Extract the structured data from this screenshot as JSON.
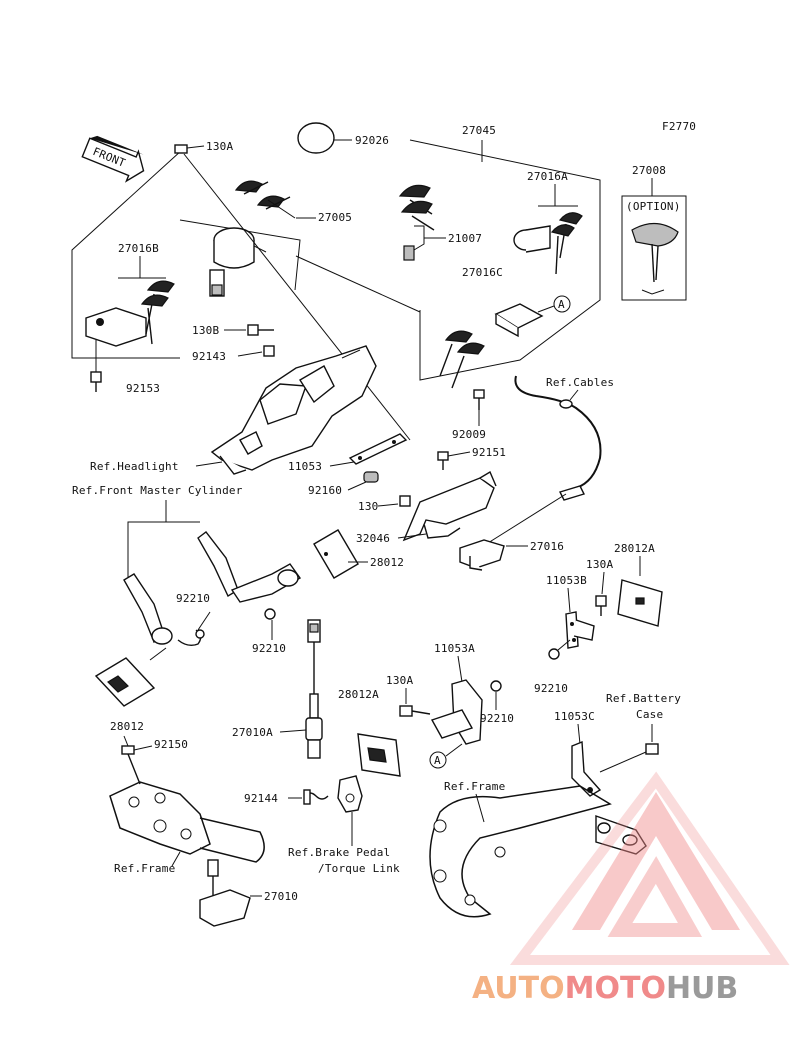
{
  "figure_code": "F2770",
  "front_label": "FRONT",
  "option_label": "(OPTION)",
  "circle_ref": "A",
  "parts": {
    "p130A_top": "130A",
    "p92026": "92026",
    "p27005": "27005",
    "p27045": "27045",
    "p21007": "21007",
    "p27016A": "27016A",
    "p27008": "27008",
    "p27016B": "27016B",
    "p27016C": "27016C",
    "p130B": "130B",
    "p92143": "92143",
    "p92153": "92153",
    "p92009": "92009",
    "p11053": "11053",
    "p92160": "92160",
    "p92151": "92151",
    "p130": "130",
    "p32046": "32046",
    "p27016": "27016",
    "p28012_mid": "28012",
    "p92210_a": "92210",
    "p92210_b": "92210",
    "p28012A_right": "28012A",
    "p130A_right": "130A",
    "p11053B": "11053B",
    "p11053A": "11053A",
    "p130A_mid": "130A",
    "p28012A_mid": "28012A",
    "p92210_c": "92210",
    "p92210_d": "92210",
    "p27010A": "27010A",
    "p28012_left": "28012",
    "p92150": "92150",
    "p11053C": "11053C",
    "p92144": "92144",
    "p27010": "27010"
  },
  "refs": {
    "cables": "Ref.Cables",
    "headlight": "Ref.Headlight",
    "front_master_cylinder": "Ref.Front Master Cylinder",
    "battery_line1": "Ref.Battery",
    "battery_line2": "Case",
    "frame_right": "Ref.Frame",
    "frame_left": "Ref.Frame",
    "brake_line1": "Ref.Brake Pedal",
    "brake_line2": "/Torque Link"
  },
  "watermark": {
    "part1": "AUTO",
    "part2": "MOTO",
    "part3": "HUB",
    "color_orange": "#f4b183",
    "color_red": "#f08a8a",
    "color_grey": "#9a9a9a"
  }
}
